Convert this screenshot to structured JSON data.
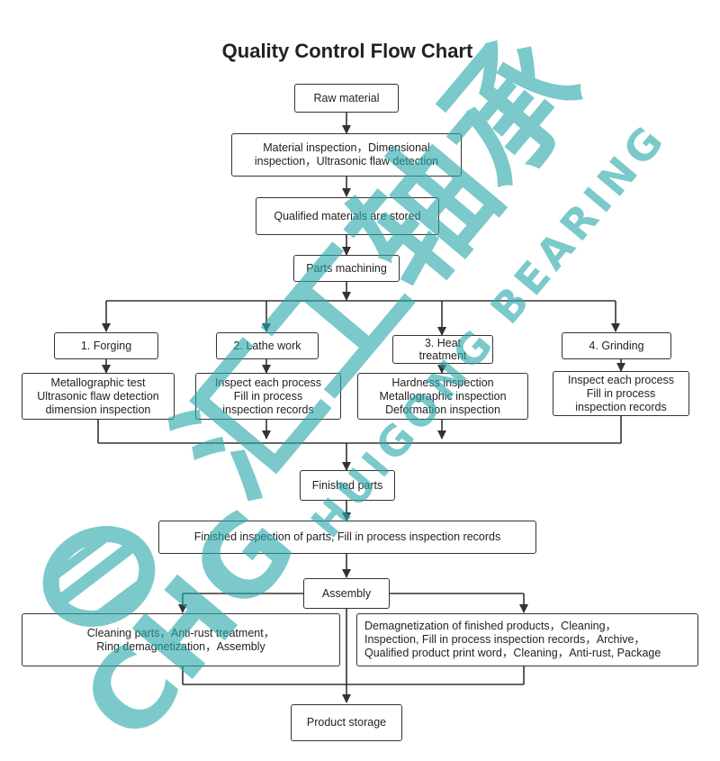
{
  "title": "Quality Control Flow Chart",
  "nodes": {
    "raw_material": "Raw material",
    "material_inspection": "Material inspection，Dimensional\ninspection，Ultrasonic flaw detection",
    "qualified_stored": "Qualified materials are stored",
    "parts_machining": "Parts machining",
    "forging": "1. Forging",
    "lathe_work": "2. Lathe work",
    "heat_treatment": "3. Heat\ntreatment",
    "grinding": "4. Grinding",
    "forging_checks": "Metallographic test\nUltrasonic flaw detection\ndimension inspection",
    "lathe_checks": "Inspect each process\nFill in process\ninspection records",
    "heat_checks": "Hardness inspection\nMetallographic inspection\nDeformation inspection",
    "grinding_checks": "Inspect each process\nFill in process\ninspection records",
    "finished_parts": "Finished parts",
    "finished_inspection": "Finished inspection of parts, Fill in process inspection records",
    "assembly": "Assembly",
    "cleaning": "Cleaning parts，Anti-rust treatment，\nRing demagnetization，Assembly",
    "demagnetization": "Demagnetization of finished products，Cleaning，\nInspection, Fill in process inspection records，Archive，\nQualified product print word，Cleaning，Anti-rust, Package",
    "product_storage": "Product storage"
  },
  "watermark": {
    "logo_text": "CHG",
    "chinese": "汇工轴承",
    "brand": "HUIGONG BEARING",
    "color": "#2ba9ab"
  },
  "colors": {
    "line": "#333333",
    "border": "#333333",
    "text": "#222222"
  }
}
